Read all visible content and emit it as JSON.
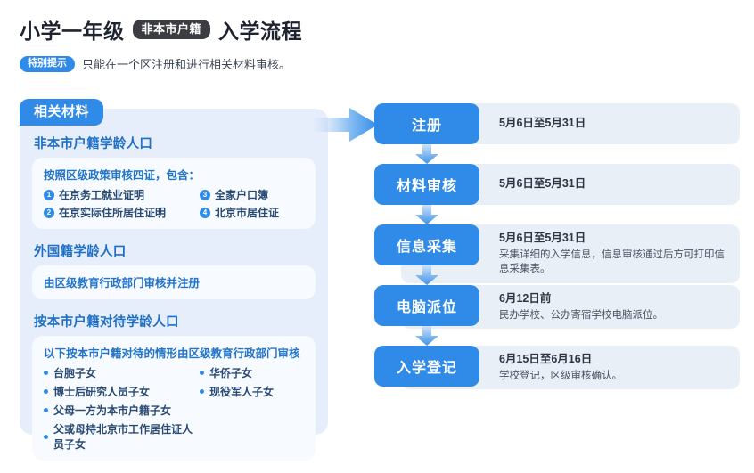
{
  "header": {
    "title_main": "小学一年级",
    "title_badge": "非本市户籍",
    "title_suffix": "入学流程",
    "tip_badge": "特别提示",
    "tip_text": "只能在一个区注册和进行相关材料审核。"
  },
  "colors": {
    "accent_blue": "#2f8ae8",
    "panel_bg": "#e7eefb",
    "card_bg": "#f7fbff",
    "desc_bg": "#e9eff7",
    "badge_dark": "#3b3d41"
  },
  "left_panel": {
    "tab_label": "相关材料",
    "sections": [
      {
        "title": "非本市户籍学龄人口",
        "lead": "按照区级政策审核四证，包含：",
        "numbered": [
          {
            "num": "❶",
            "label": "在京务工就业证明"
          },
          {
            "num": "❸",
            "label": "全家户口簿"
          },
          {
            "num": "❷",
            "label": "在京实际住所居住证明"
          },
          {
            "num": "❹",
            "label": "北京市居住证"
          }
        ]
      },
      {
        "title": "外国籍学龄人口",
        "single": "由区级教育行政部门审核并注册"
      },
      {
        "title": "按本市户籍对待学龄人口",
        "lead": "以下按本市户籍对待的情形由区级教育行政部门审核",
        "bullets_left": [
          "台胞子女",
          "博士后研究人员子女",
          "父母一方为本市户籍子女",
          "父或母持北京市工作居住证人员子女"
        ],
        "bullets_right": [
          "华侨子女",
          "现役军人子女"
        ]
      }
    ]
  },
  "flow": {
    "steps": [
      {
        "name": "注册",
        "date": "5月6日至5月31日",
        "note": ""
      },
      {
        "name": "材料审核",
        "date": "5月6日至5月31日",
        "note": ""
      },
      {
        "name": "信息采集",
        "date": "5月6日至5月31日",
        "note": "采集详细的入学信息，信息审核通过后方可打印信息采集表。"
      },
      {
        "name": "电脑派位",
        "date": "6月12日前",
        "note": "民办学校、公办寄宿学校电脑派位。"
      },
      {
        "name": "入学登记",
        "date": "6月15日至6月16日",
        "note": "学校登记，区级审核确认。"
      }
    ]
  }
}
